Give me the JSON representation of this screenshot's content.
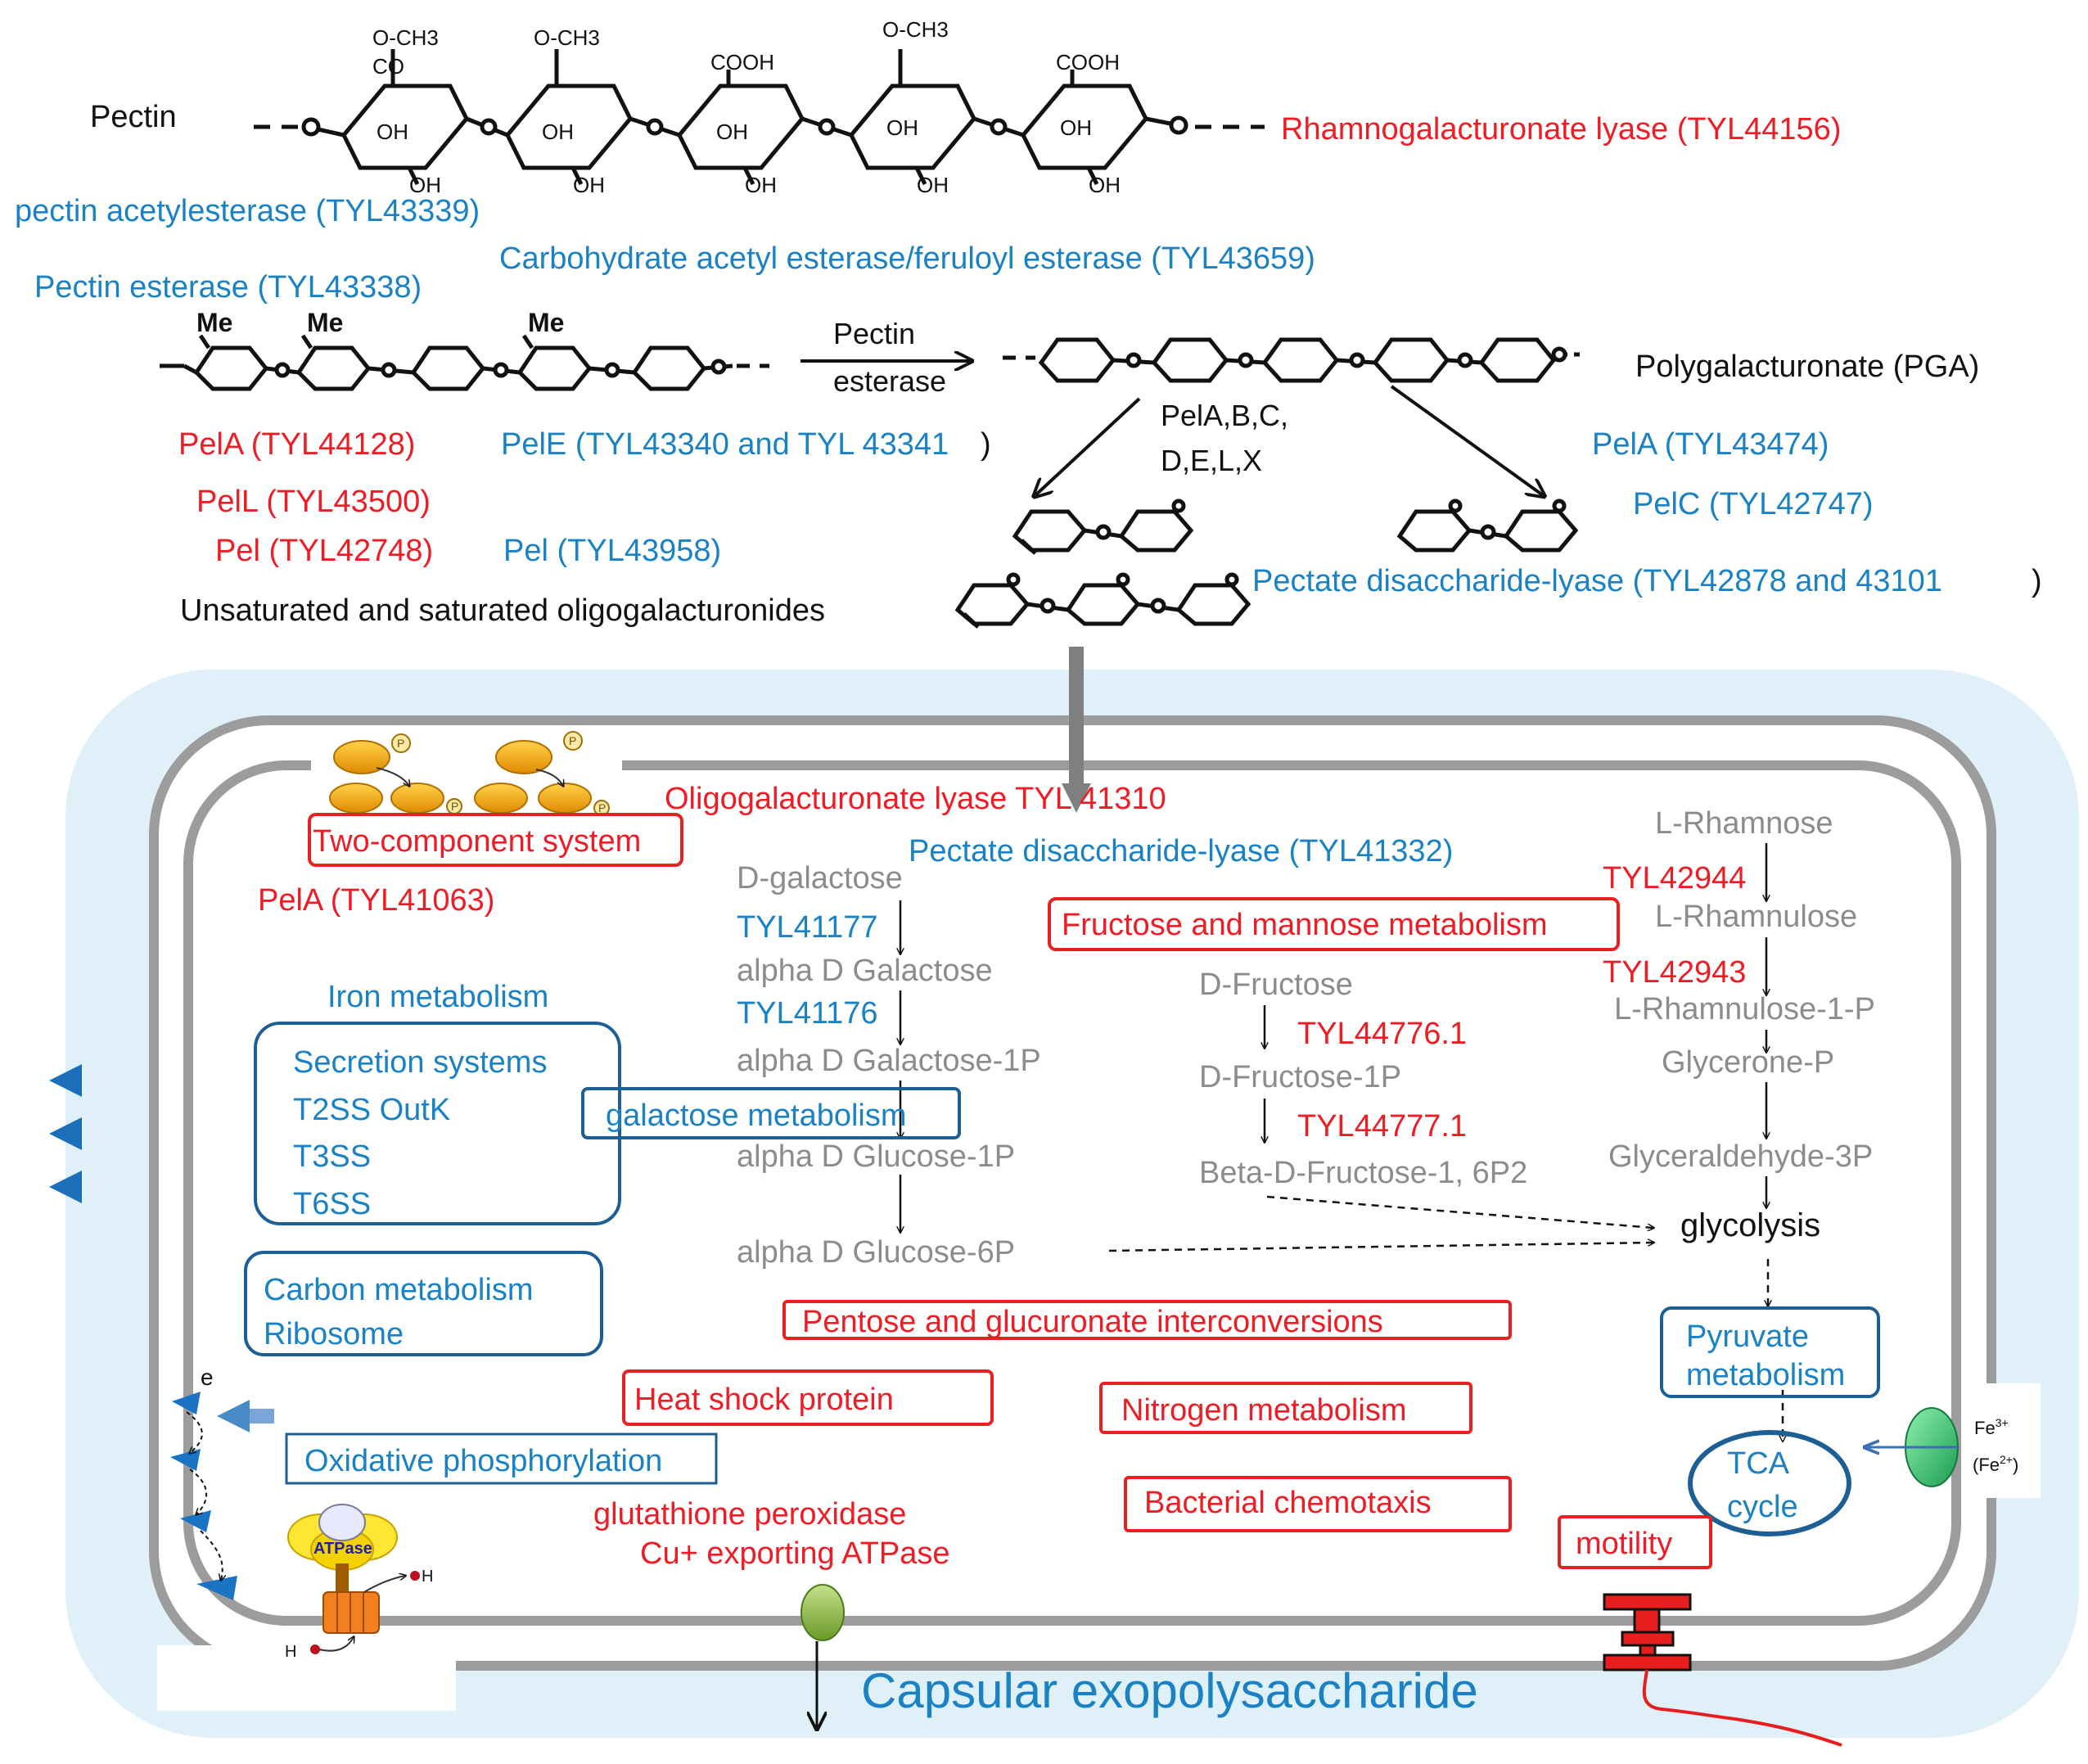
{
  "colors": {
    "red": "#ee1c25",
    "blue": "#1a82c4",
    "gray": "#8c8c8c",
    "black": "#111111",
    "cell_fill": "#dff0f8",
    "membrane": "#9c9c9c",
    "box_red": "#e8201f",
    "box_blue": "#1d5f95"
  },
  "pectin": {
    "label": "Pectin",
    "groups": {
      "ester1": "O-CH3",
      "co": "CO",
      "cooh": "COOH",
      "ester2": "O-CH3",
      "cooh2": "COOH",
      "ester3": "O-CH3",
      "oh": "OH"
    },
    "rhamnogalacturonate_lyase": "Rhamnogalacturonate lyase (TYL44156)",
    "pectin_acetylesterase": "pectin acetylesterase (TYL43339)",
    "carb_acetyl_esterase": "Carbohydrate acetyl esterase/feruloyl esterase (TYL43659)",
    "pectin_esterase": "Pectin esterase (TYL43338)",
    "me": "Me"
  },
  "reaction": {
    "arrow_top": "Pectin",
    "arrow_bottom": "esterase",
    "pga": "Polygalacturonate (PGA)",
    "pel_list_1": "PelA,B,C,",
    "pel_list_2": "D,E,L,X"
  },
  "lyases": {
    "pela_44128": "PelA (TYL44128)",
    "pele": "PelE (TYL43340 and TYL 43341",
    "pele_paren": ")",
    "pell": "PelL (TYL43500)",
    "pel_42748": "Pel  (TYL42748)",
    "pel_43958": "Pel (TYL43958)",
    "pela_43474": "PelA (TYL43474)",
    "pelc": "PelC (TYL42747)",
    "pectate_disacch": "Pectate disaccharide-lyase (TYL42878  and 43101",
    "pectate_paren": ")",
    "oligo_label": "Unsaturated and saturated oligogalacturonides"
  },
  "cell": {
    "oligo_lyase": "Oligogalacturonate lyase   TYL 41310",
    "pectate_disacch_cell": "Pectate disaccharide-lyase (TYL41332)",
    "two_component": "Two-component  system",
    "pela_41063": "PelA (TYL41063)",
    "phospho": "P",
    "iron": "Iron metabolism",
    "secretion": [
      "Secretion systems",
      "T2SS OutK",
      "T3SS",
      "T6SS"
    ],
    "carbon": [
      "Carbon metabolism",
      "Ribosome"
    ],
    "electron": "e",
    "oxidative": "Oxidative phosphorylation",
    "atpase": "ATPase",
    "proton": "H",
    "heat_shock": "Heat shock protein",
    "glutathione": "glutathione peroxidase",
    "cu_atpase": "Cu+ exporting  ATPase",
    "capsular": "Capsular exopolysaccharide",
    "pentose": "Pentose and glucuronate interconversions",
    "nitrogen": "Nitrogen metabolism",
    "chemotaxis": "Bacterial chemotaxis",
    "motility": "motility",
    "galactose_box": "galactose  metabolism",
    "fructose_box": "Fructose  and mannose metabolism",
    "pyruvate": [
      "Pyruvate",
      "metabolism"
    ],
    "tca": [
      "TCA",
      "cycle"
    ],
    "glycolysis": "glycolysis",
    "fe3": "Fe",
    "fe3_sup": "3+",
    "fe2": "(Fe",
    "fe2_sup": "2+",
    "fe2_close": ")"
  },
  "galactose_path": {
    "d_galactose": "D-galactose",
    "tyl41177": "TYL41177",
    "alpha_gal": "alpha D Galactose",
    "tyl41176": "TYL41176",
    "alpha_gal_1p": "alpha D Galactose-1P",
    "alpha_glc_1p": "alpha D Glucose-1P",
    "alpha_glc_6p": "alpha D Glucose-6P"
  },
  "fructose_path": {
    "d_fructose": "D-Fructose",
    "tyl44776": "TYL44776.1",
    "d_fructose_1p": "D-Fructose-1P",
    "tyl44777": "TYL44777.1",
    "beta_fructose": "Beta-D-Fructose-1, 6P2"
  },
  "rhamnose_path": {
    "l_rhamnose": "L-Rhamnose",
    "tyl42944": "TYL42944",
    "l_rhamnulose": "L-Rhamnulose",
    "tyl42943": "TYL42943",
    "l_rhamnulose_1p": "L-Rhamnulose-1-P",
    "glycerone": "Glycerone-P",
    "glyceraldehyde": "Glyceraldehyde-3P"
  }
}
